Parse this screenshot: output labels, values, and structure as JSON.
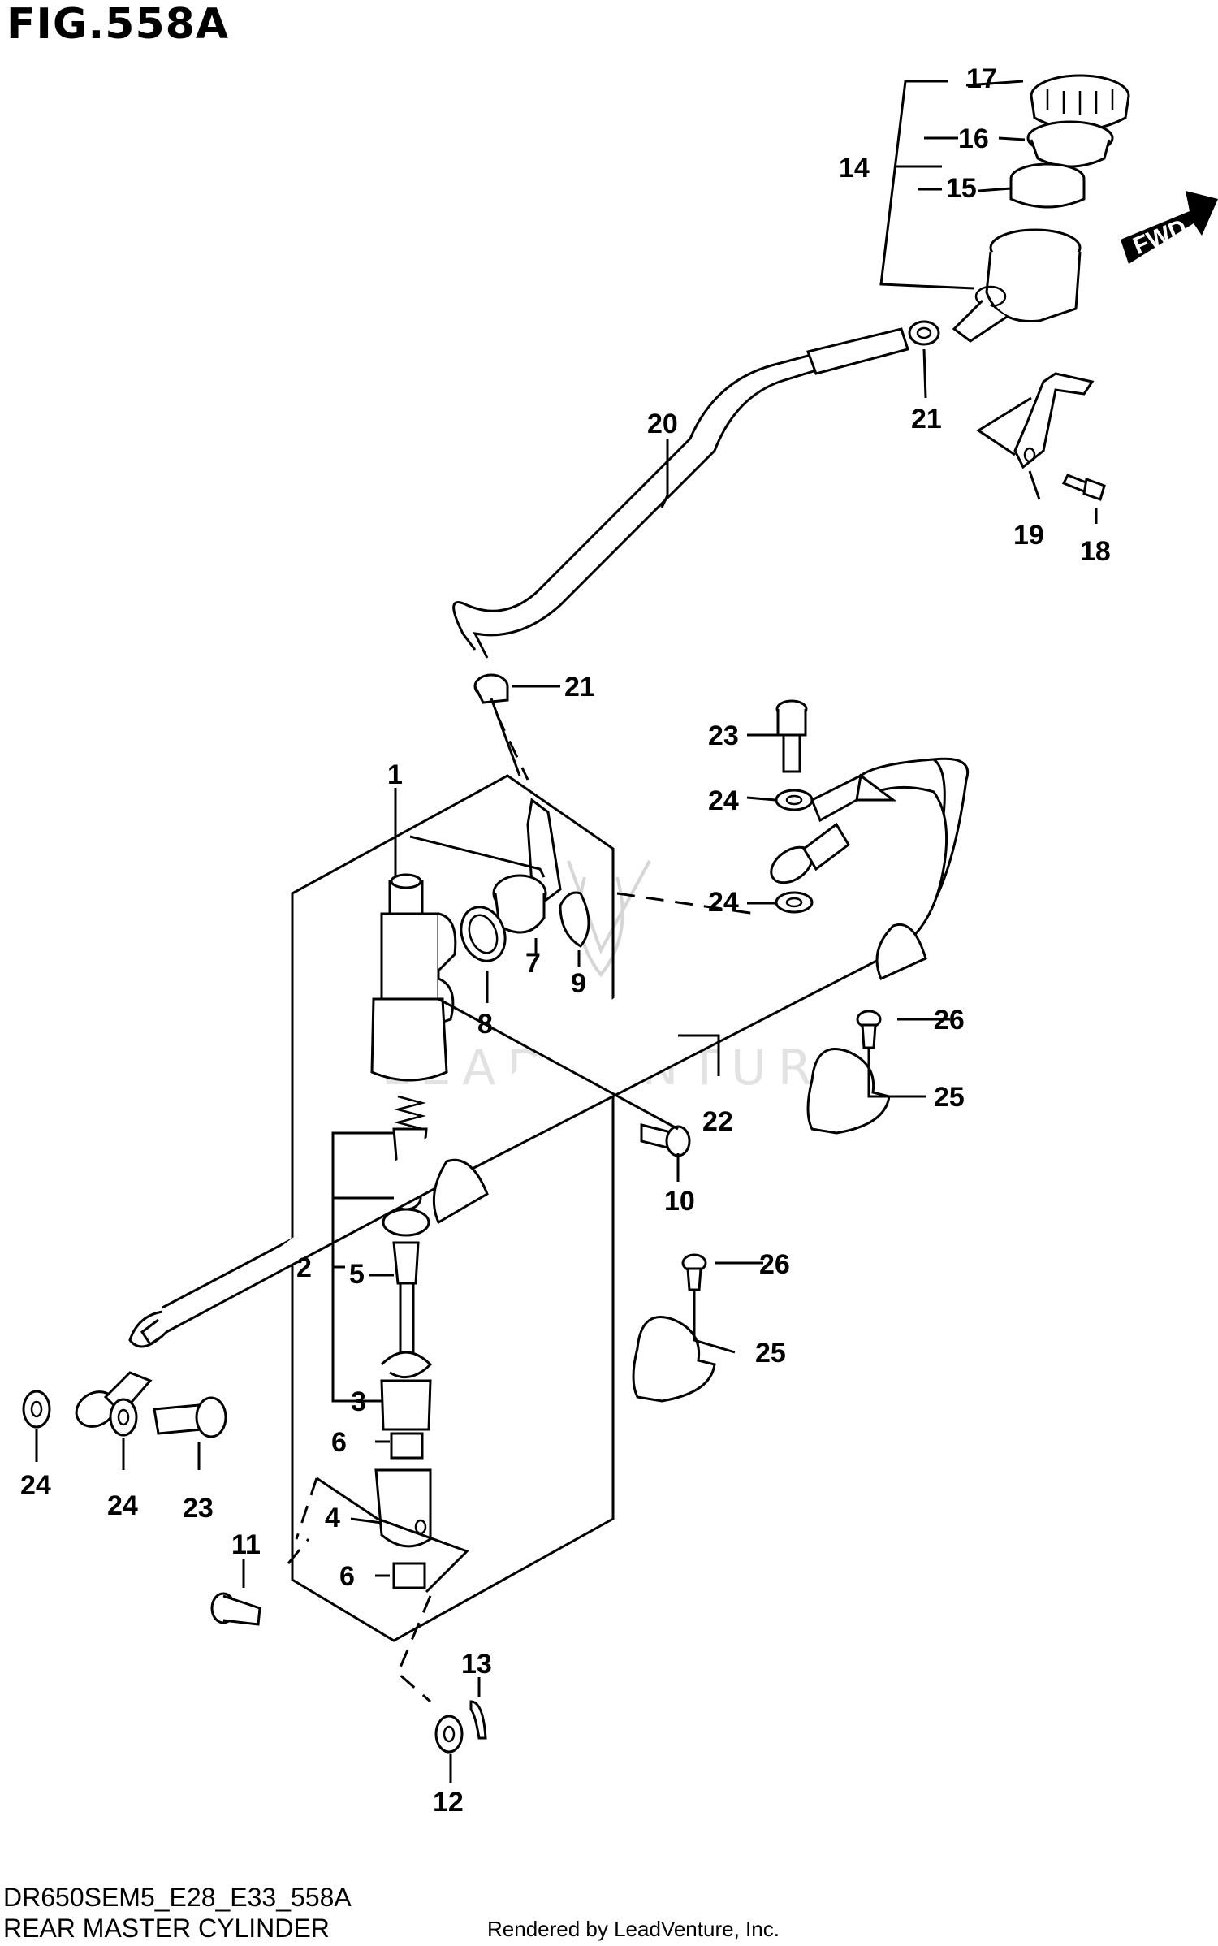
{
  "figure": {
    "title": "FIG.558A",
    "model_code": "DR650SEM5_E28_E33_558A",
    "section_title": "REAR MASTER CYLINDER",
    "render_credit": "Rendered by LeadVenture, Inc.",
    "watermark": "LEADVENTURE",
    "fwd_label": "FWD"
  },
  "callouts": {
    "c1": "1",
    "c2": "2",
    "c3": "3",
    "c4": "4",
    "c5": "5",
    "c6a": "6",
    "c6b": "6",
    "c7": "7",
    "c8": "8",
    "c9": "9",
    "c10": "10",
    "c11": "11",
    "c12": "12",
    "c13": "13",
    "c14": "14",
    "c15": "15",
    "c16": "16",
    "c17": "17",
    "c18": "18",
    "c19": "19",
    "c20": "20",
    "c21a": "21",
    "c21b": "21",
    "c22": "22",
    "c23a": "23",
    "c23b": "23",
    "c24a": "24",
    "c24b": "24",
    "c24c": "24",
    "c24d": "24",
    "c25a": "25",
    "c25b": "25",
    "c26a": "26",
    "c26b": "26"
  }
}
